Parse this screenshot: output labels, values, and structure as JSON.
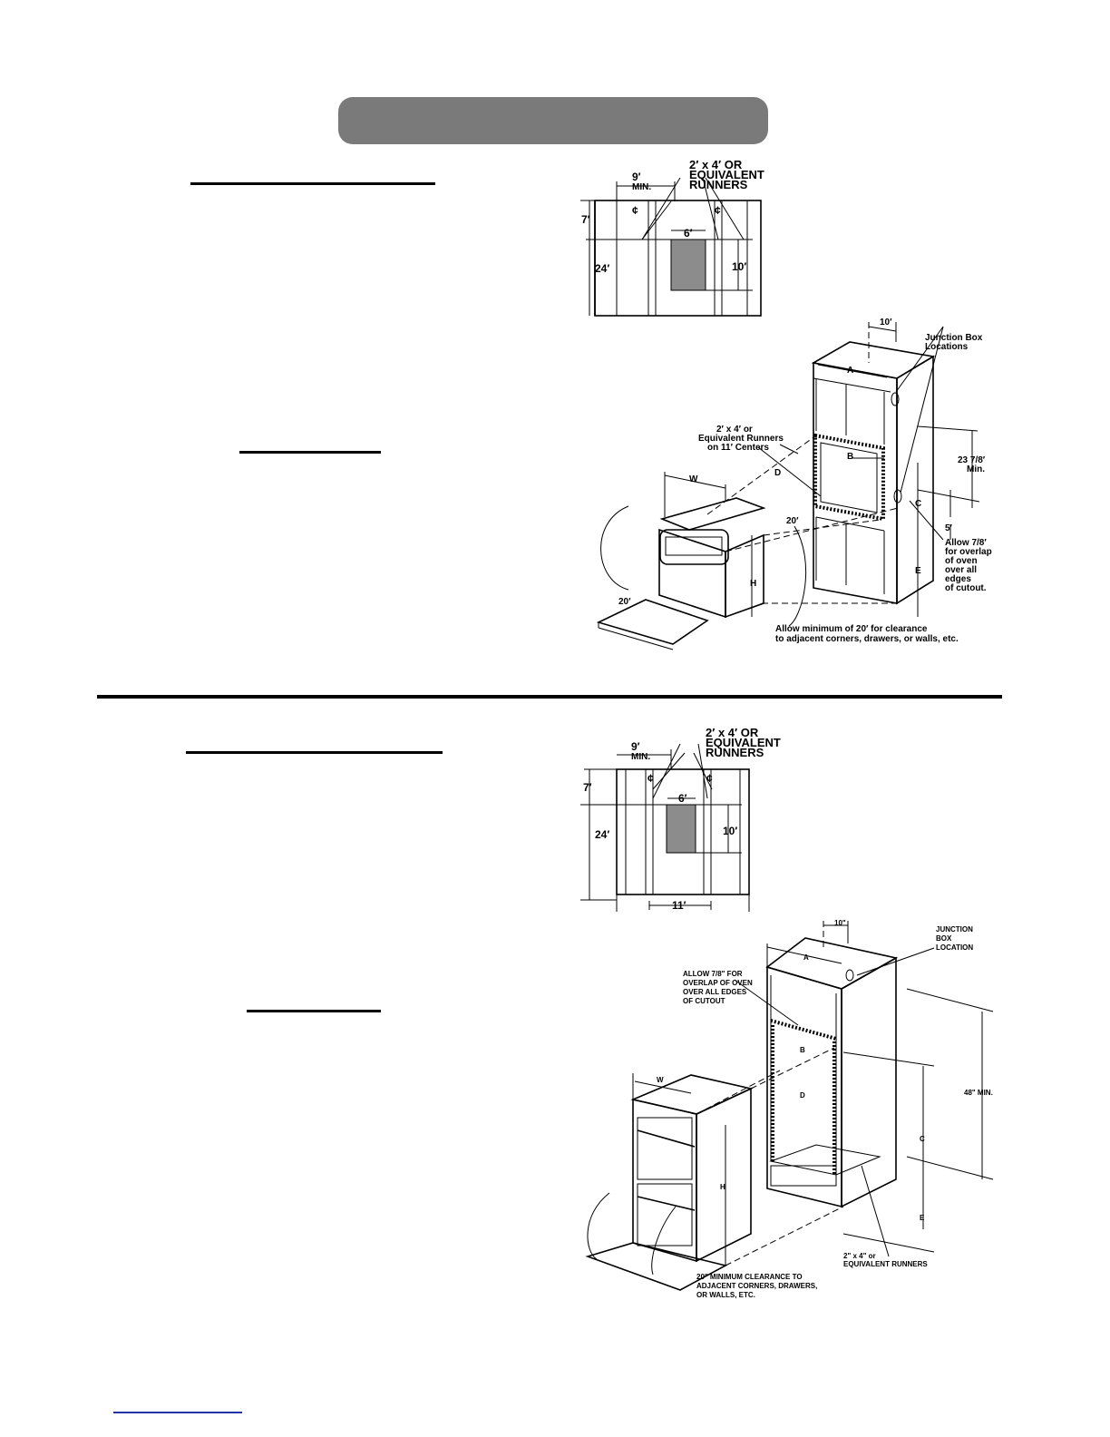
{
  "top_section": {
    "top_view": {
      "min_label": "9′",
      "min_label_2": "MIN.",
      "runners_label_1": "2′ x 4′ OR",
      "runners_label_2": "EQUIVALENT",
      "runners_label_3": "RUNNERS",
      "dim_7": "7′",
      "dim_24": "24′",
      "dim_6": "6′",
      "dim_10": "10′",
      "centerline_left": "¢",
      "centerline_right": "¢"
    },
    "iso_view": {
      "dim_10": "10′",
      "junction_1": "Junction Box",
      "junction_2": "Locations",
      "label_a": "A",
      "label_b": "B",
      "label_c": "C",
      "label_d": "D",
      "label_e": "E",
      "label_w": "W",
      "label_h": "H",
      "runners_1": "2′ x 4′ or",
      "runners_2": "Equivalent Runners",
      "runners_3": "on 11′ Centers",
      "min_1": "23 7/8′",
      "min_2": "Min.",
      "dim_5": "5′",
      "dim_20a": "20′",
      "dim_20b": "20′",
      "overlap_1": "Allow 7/8′",
      "overlap_2": "for overlap",
      "overlap_3": "of oven",
      "overlap_4": "over all",
      "overlap_5": "edges",
      "overlap_6": "of cutout.",
      "clearance_1": "Allow minimum of 20′ for clearance",
      "clearance_2": "to adjacent corners, drawers, or walls, etc."
    }
  },
  "bottom_section": {
    "top_view": {
      "min_label": "9′",
      "min_label_2": "MIN.",
      "runners_label_1": "2′ x 4′ OR",
      "runners_label_2": "EQUIVALENT",
      "runners_label_3": "RUNNERS",
      "dim_7": "7′",
      "dim_24": "24′",
      "dim_6": "6′",
      "dim_10": "10′",
      "dim_11": "11′",
      "centerline_left": "¢",
      "centerline_right": "¢"
    },
    "iso_view": {
      "dim_10": "10\"",
      "junction_1": "JUNCTION",
      "junction_2": "BOX",
      "junction_3": "LOCATION",
      "label_a": "A",
      "label_b": "B",
      "label_c": "C",
      "label_d": "D",
      "label_e": "E",
      "label_w": "W",
      "label_h": "H",
      "overlap_1": "ALLOW 7/8\" FOR",
      "overlap_2": "OVERLAP OF OVEN",
      "overlap_3": "OVER ALL EDGES",
      "overlap_4": "OF CUTOUT",
      "min_48": "48\" MIN.",
      "runners_1": "2\" x 4\" or",
      "runners_2": "EQUIVALENT RUNNERS",
      "clearance_1": "20\" MINIMUM CLEARANCE TO",
      "clearance_2": "ADJACENT CORNERS, DRAWERS,",
      "clearance_3": "OR WALLS, ETC."
    }
  }
}
